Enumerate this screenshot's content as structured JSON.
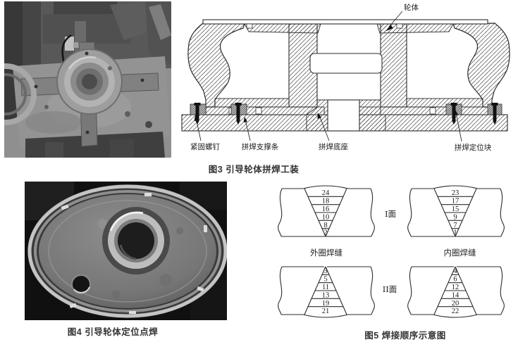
{
  "page": {
    "background": "#ffffff",
    "ink": "#1a1a1a"
  },
  "figure3": {
    "caption": "图3  引导轮体拼焊工装",
    "labels": {
      "wheel_body": "轮体",
      "fastening_screw": "紧固螺钉",
      "weld_support_bar": "拼焊支撑条",
      "weld_base": "拼焊底座",
      "weld_positioning_block": "拼焊定位块"
    }
  },
  "figure4": {
    "caption": "图4  引导轮体定位点焊"
  },
  "figure5": {
    "caption": "图5  焊接顺序示意图",
    "face1_label": "I面",
    "face2_label": "II面",
    "outer_seam_label": "外圈焊缝",
    "inner_seam_label": "内圈焊缝",
    "sequences": {
      "outer_face1": [
        "24",
        "18",
        "16",
        "10",
        "8",
        "2"
      ],
      "inner_face1": [
        "23",
        "17",
        "15",
        "9",
        "7",
        "1"
      ],
      "outer_face2": [
        "3",
        "5",
        "11",
        "13",
        "19",
        "21"
      ],
      "inner_face2": [
        "4",
        "6",
        "12",
        "14",
        "20",
        "22"
      ]
    }
  }
}
